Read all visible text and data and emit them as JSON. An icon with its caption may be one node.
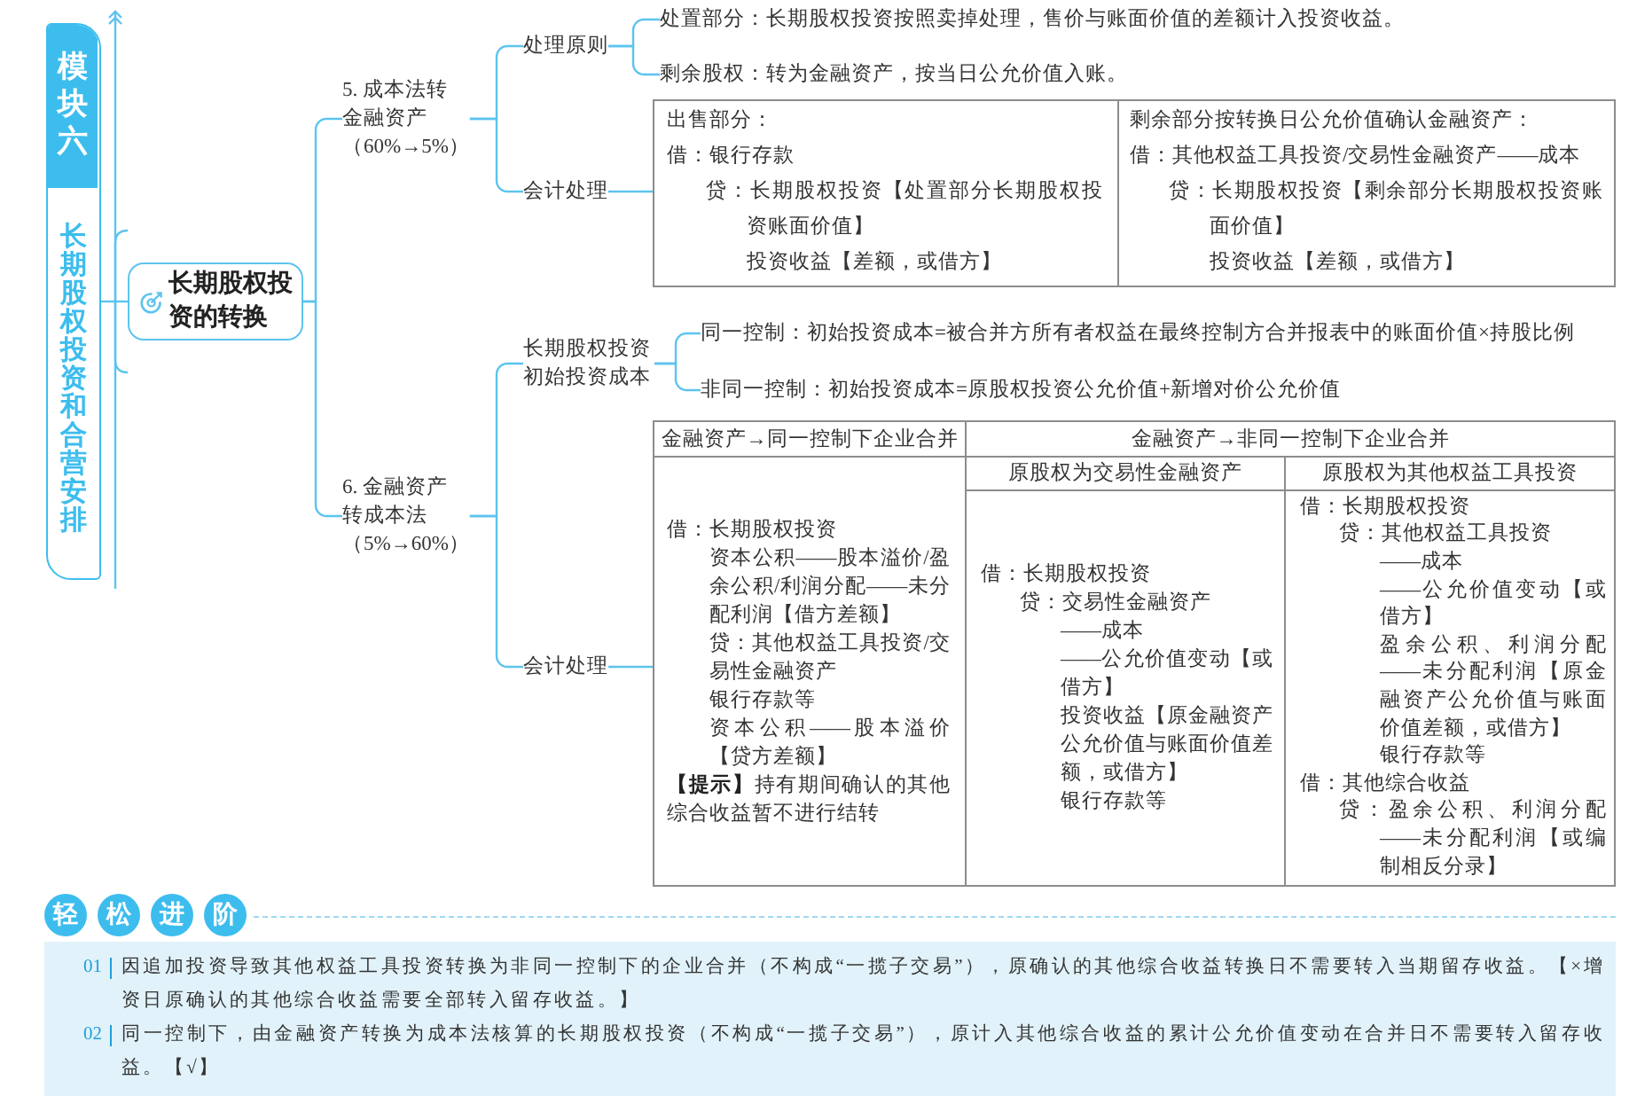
{
  "diagram": {
    "nodes": [
      {
        "text": [
          "模块六",
          "长期股权投资和合营安排"
        ]
      },
      {
        "text": [
          "长期股权投资的转换"
        ]
      },
      {
        "text": [
          "5. 成本法转金融资产",
          "（60%→5%）"
        ]
      },
      {
        "text": [
          "处理原则"
        ]
      },
      {
        "text": [
          "处置部分：长期股权投资按照卖掉处理，售价与账面价值的差额计入投资收益。"
        ]
      },
      {
        "text": [
          "剩余股权：转为金融资产，按当日公允价值入账。"
        ]
      },
      {
        "text": [
          "会计处理"
        ]
      },
      {
        "text": [],
        "shape": "box"
      },
      {
        "text": [
          "出售部分：",
          "借：银行存款",
          "贷：长期股权投资【处置部分长期股权投资账面价值】",
          "投资收益【差额，或借方】"
        ],
        "in": 7
      },
      {
        "text": [
          "剩余部分按转换日公允价值确认金融资产：",
          "借：其他权益工具投资/交易性金融资产——成本",
          "贷：长期股权投资【剩余部分长期股权投资账面价值】",
          "投资收益【差额，或借方】"
        ],
        "in": 7
      },
      {
        "text": [
          "6. 金融资产转成本法",
          "（5%→60%）"
        ]
      },
      {
        "text": [
          "长期股权投资初始投资成本"
        ]
      },
      {
        "text": [
          "同一控制：初始投资成本=被合并方所有者权益在最终控制方合并报表中的账面价值×持股比例"
        ]
      },
      {
        "text": [
          "非同一控制：初始投资成本=原股权投资公允价值+新增对价公允价值"
        ]
      },
      {
        "text": [
          "会计处理"
        ]
      },
      {
        "text": [],
        "shape": "box"
      },
      {
        "text": [
          "金融资产→同一控制下企业合并"
        ],
        "in": 15
      },
      {
        "text": [
          "金融资产→非同一控制下企业合并"
        ],
        "in": 15
      },
      {
        "text": [
          "原股权为交易性金融资产"
        ],
        "in": 15
      },
      {
        "text": [
          "原股权为其他权益工具投资"
        ],
        "in": 15
      },
      {
        "text": [
          "借：长期股权投资",
          "资本公积——股本溢价/盈余公积/利润分配——未分配利润【借方差额】",
          "贷：其他权益工具投资/交易性金融资产",
          "银行存款等",
          "资本公积——股本溢价【贷方差额】",
          "**【提示】**持有期间确认的其他综合收益暂不进行结转"
        ],
        "in": 15
      },
      {
        "text": [
          "借：长期股权投资",
          "贷：交易性金融资产",
          "——成本",
          "——公允价值变动【或借方】",
          "投资收益【原金融资产公允价值与账面价值差额，或借方】",
          "银行存款等"
        ],
        "in": 15
      },
      {
        "text": [
          "借：长期股权投资",
          "贷：其他权益工具投资",
          "——成本",
          "——公允价值变动【或借方】",
          "盈余公积、利润分配——未分配利润【原金融资产公允价值与账面价值差额，或借方】",
          "银行存款等",
          "借：其他综合收益",
          "贷：盈余公积、利润分配——未分配利润【或编制相反分录】"
        ],
        "in": 15
      },
      {
        "text": [
          "轻松进阶",
          "01",
          "因追加投资导致其他权益工具投资转换为非同一控制下的企业合并（不构成“一揽子交易”），原确认的其他综合收益转换日不需要转入当期留存收益。【×增资日原确认的其他综合收益需要全部转入留存收益。】",
          "02",
          "同一控制下，由金融资产转换为成本法核算的长期股权投资（不构成“一揽子交易”），原计入其他综合收益的累计公允价值变动在合并日不需要转入留存收益。【√】"
        ]
      }
    ],
    "edges": [
      {
        "from": 0,
        "to": 1,
        "arrow": "none"
      },
      {
        "from": 1,
        "to": 2,
        "arrow": "none"
      },
      {
        "from": 1,
        "to": 10,
        "arrow": "none"
      },
      {
        "from": 2,
        "to": 3,
        "arrow": "none"
      },
      {
        "from": 2,
        "to": 6,
        "arrow": "none"
      },
      {
        "from": 3,
        "to": 4,
        "arrow": "none"
      },
      {
        "from": 3,
        "to": 5,
        "arrow": "none"
      },
      {
        "from": 6,
        "to": 7,
        "arrow": "none"
      },
      {
        "from": 10,
        "to": 11,
        "arrow": "none"
      },
      {
        "from": 10,
        "to": 14,
        "arrow": "none"
      },
      {
        "from": 11,
        "to": 12,
        "arrow": "none"
      },
      {
        "from": 11,
        "to": 13,
        "arrow": "none"
      },
      {
        "from": 14,
        "to": 15,
        "arrow": "none"
      }
    ]
  }
}
